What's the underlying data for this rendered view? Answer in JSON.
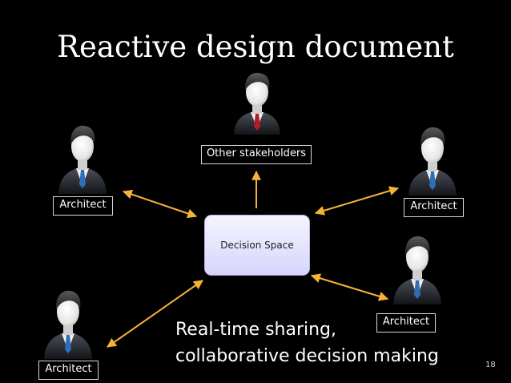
{
  "slide": {
    "title": "Reactive design document",
    "central_box": "Decision Space",
    "stakeholder_label": "Other stakeholders",
    "architect_labels": [
      "Architect",
      "Architect",
      "Architect",
      "Architect"
    ],
    "caption_line_1": "Real-time sharing,",
    "caption_line_2": "collaborative decision making",
    "page_number": "18"
  },
  "icons": {
    "person": "business-person-icon",
    "arrow": "double-headed-arrow"
  },
  "colors": {
    "background": "#000000",
    "text": "#ffffff",
    "arrow": "#f5b335",
    "decision_box": "#e4e4fc",
    "stakeholder_tie": "#b11d24",
    "architect_tie": "#2f6fb8"
  }
}
